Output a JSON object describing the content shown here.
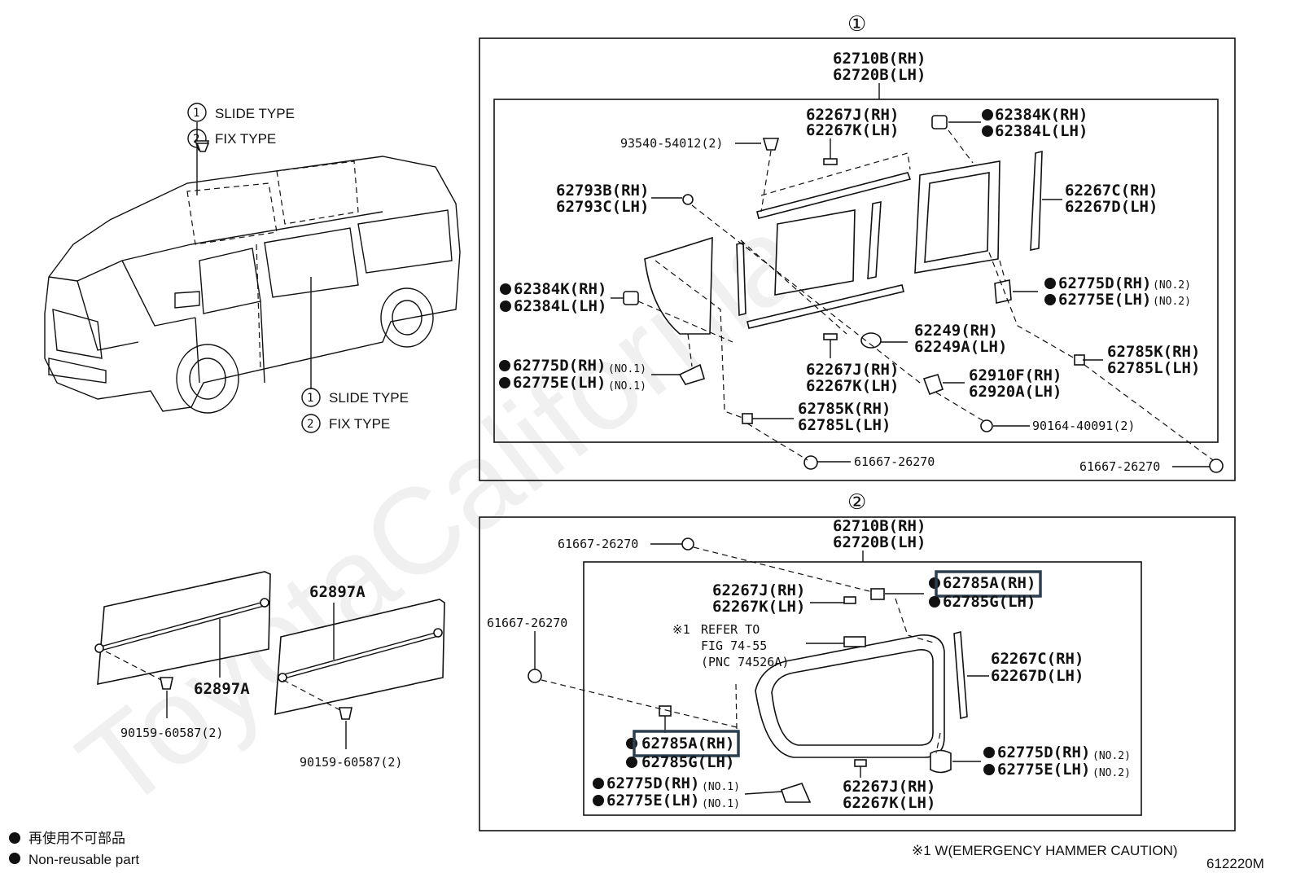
{
  "watermark": "ToyotaCalifornia",
  "van_labels": {
    "top_1": "SLIDE TYPE",
    "top_2": "FIX TYPE",
    "mid_1": "SLIDE TYPE",
    "mid_2": "FIX TYPE"
  },
  "section1": {
    "number": "①",
    "main_rh": "62710B(RH)",
    "main_lh": "62720B(LH)",
    "p_62267J_top_rh": "62267J(RH)",
    "p_62267K_top_lh": "62267K(LH)",
    "p_62384K_top_rh": "62384K(RH)",
    "p_62384L_top_lh": "62384L(LH)",
    "p_93540": "93540-54012(2)",
    "p_62793B": "62793B(RH)",
    "p_62793C": "62793C(LH)",
    "p_62267C": "62267C(RH)",
    "p_62267D": "62267D(LH)",
    "p_62384K_left": "62384K(RH)",
    "p_62384L_left": "62384L(LH)",
    "p_62775D_right": "62775D(RH)",
    "p_62775D_right_note": "(NO.2)",
    "p_62775E_right": "62775E(LH)",
    "p_62775E_right_note": "(NO.2)",
    "p_62249": "62249(RH)",
    "p_62249A": "62249A(LH)",
    "p_62785K_right": "62785K(RH)",
    "p_62785L_right": "62785L(LH)",
    "p_62775D_left": "62775D(RH)",
    "p_62775D_left_note": "(NO.1)",
    "p_62775E_left": "62775E(LH)",
    "p_62775E_left_note": "(NO.1)",
    "p_62267J_mid": "62267J(RH)",
    "p_62267K_mid": "62267K(LH)",
    "p_62910F": "62910F(RH)",
    "p_62920A": "62920A(LH)",
    "p_62785K_bot": "62785K(RH)",
    "p_62785L_bot": "62785L(LH)",
    "p_90164": "90164-40091(2)",
    "p_61667_a": "61667-26270",
    "p_61667_b": "61667-26270"
  },
  "section2": {
    "number": "②",
    "main_rh": "62710B(RH)",
    "main_lh": "62720B(LH)",
    "p_61667_top": "61667-26270",
    "p_62785A_top": "62785A(RH)",
    "p_62785G_top": "62785G(LH)",
    "p_62267J_top": "62267J(RH)",
    "p_62267K_top": "62267K(LH)",
    "refer_mark": "※1",
    "refer_1": "REFER TO",
    "refer_2": "FIG 74-55",
    "refer_3": "(PNC 74526A)",
    "p_61667_left": "61667-26270",
    "p_62267C": "62267C(RH)",
    "p_62267D": "62267D(LH)",
    "p_62785A_bot": "62785A(RH)",
    "p_62785G_bot": "62785G(LH)",
    "p_62775D_right": "62775D(RH)",
    "p_62775D_right_note": "(NO.2)",
    "p_62775E_right": "62775E(LH)",
    "p_62775E_right_note": "(NO.2)",
    "p_62775D_left": "62775D(RH)",
    "p_62775D_left_note": "(NO.1)",
    "p_62775E_left": "62775E(LH)",
    "p_62775E_left_note": "(NO.1)",
    "p_62267J_bot": "62267J(RH)",
    "p_62267K_bot": "62267K(LH)"
  },
  "lower_left": {
    "p_62897A_a": "62897A",
    "p_62897A_b": "62897A",
    "p_90159_a": "90159-60587(2)",
    "p_90159_b": "90159-60587(2)"
  },
  "legend": {
    "line_jp": "再使用不可部品",
    "line_en": "Non-reusable part"
  },
  "footnote": "※1 W(EMERGENCY HAMMER CAUTION)",
  "figure_id": "612220M"
}
